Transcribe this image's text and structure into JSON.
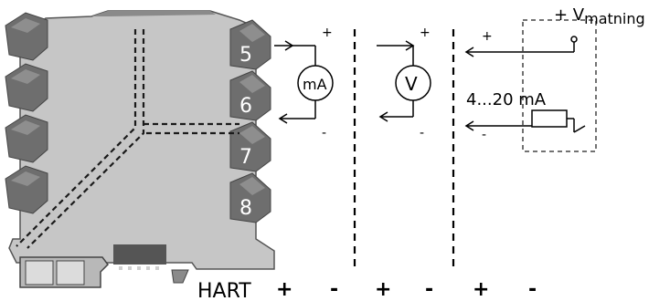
{
  "terminals": [
    "5",
    "6",
    "7",
    "8"
  ],
  "meters": {
    "ammeter_unit": "mA",
    "voltmeter_unit": "V"
  },
  "supply": {
    "label_prefix": "+ V",
    "label_subscript": "matning"
  },
  "loop": {
    "current_range": "4...20 mA"
  },
  "polarity": {
    "plus": "+",
    "minus": "-"
  },
  "bottom": {
    "hart_label": "HART",
    "signs": [
      "+",
      "-",
      "+",
      "-",
      "+",
      "-"
    ]
  }
}
